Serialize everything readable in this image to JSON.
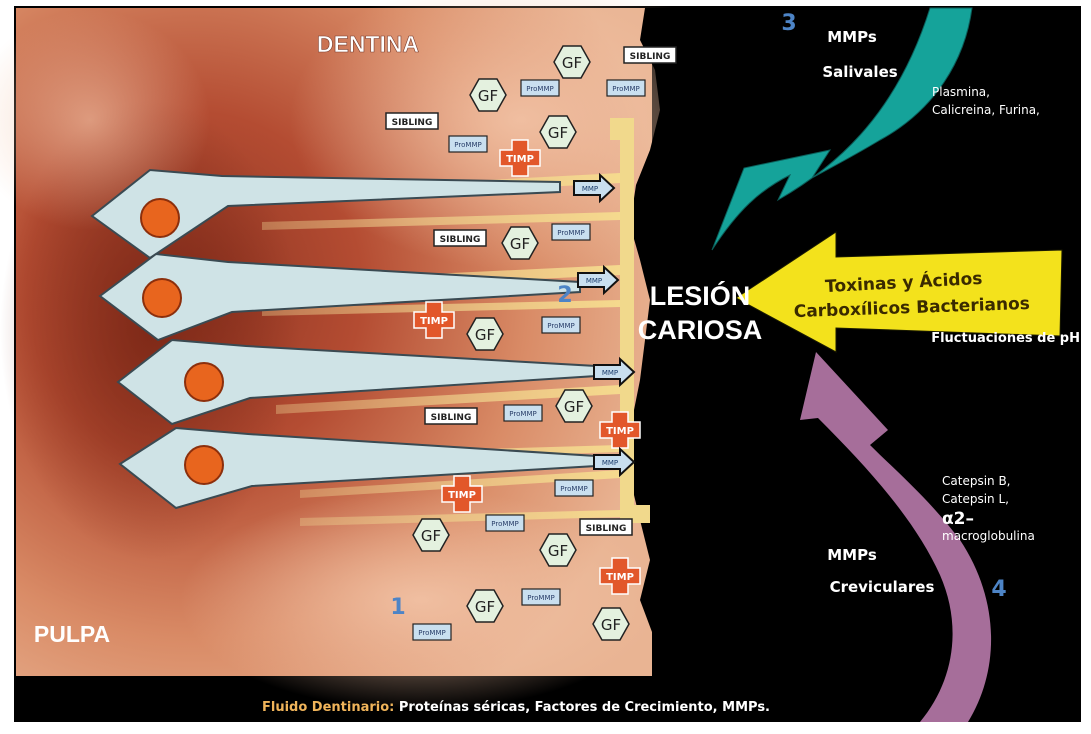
{
  "labels": {
    "dentina": "DENTINA",
    "pulpa": "PULPA",
    "lesion_line1": "LESIÓN",
    "lesion_line2": "CARIOSA",
    "mmps_salivales_line1": "MMPs",
    "mmps_salivales_line2": "Salivales",
    "salivary_enzymes_line1": "Plasmina,",
    "salivary_enzymes_line2": "Calicreina, Furina,",
    "toxins_line1": "Toxinas y Ácidos",
    "toxins_line2": "Carboxílicos Bacterianos",
    "ph": "Fluctuaciones de pH",
    "crevicular_enzymes_line1": "Catepsin B,",
    "crevicular_enzymes_line2": "Catepsin L,",
    "crevicular_enzymes_line3": "α2–",
    "crevicular_enzymes_line4": "macroglobulina",
    "mmps_crev_line1": "MMPs",
    "mmps_crev_line2": "Creviculares",
    "fluid_label": "Fluido Dentinario:",
    "fluid_text": " Proteínas séricas, Factores de Crecimiento, MMPs."
  },
  "numbers": {
    "n1": "1",
    "n2": "2",
    "n3": "3",
    "n4": "4"
  },
  "molecules": {
    "gf": "GF",
    "sibling": "SIBLING",
    "promMP": "ProMMP",
    "timp": "TIMP",
    "mmp": "MMP"
  },
  "colors": {
    "lesion": "#000000",
    "tubule": "#f3d98a",
    "odontoblast": "#cfe3e6",
    "nucleus": "#e8651e",
    "timp": "#e2572a",
    "teal_arrow": "#15a39a",
    "yellow_arrow": "#f3e21c",
    "purple_arrow": "#a66e9a",
    "number": "#4d84c6",
    "fluid_label": "#f0b45a"
  }
}
